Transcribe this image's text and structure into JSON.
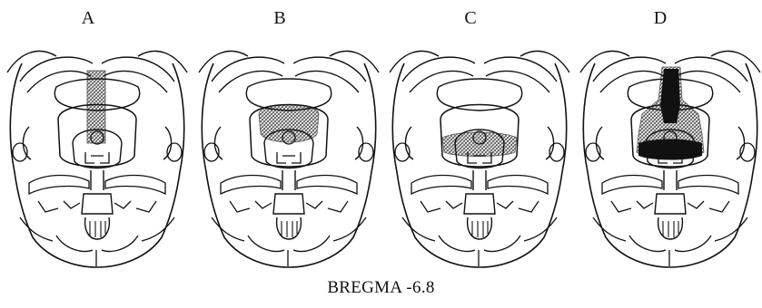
{
  "figure": {
    "panels": [
      {
        "label": "A",
        "lesion": "vertical-strip"
      },
      {
        "label": "B",
        "lesion": "large-dorsal"
      },
      {
        "label": "C",
        "lesion": "horizontal-band"
      },
      {
        "label": "D",
        "lesion": "combined-solid"
      }
    ],
    "caption": "BREGMA -6.8"
  },
  "colors": {
    "ink": "#111111",
    "hatch": "#555555",
    "solid": "#111111",
    "background": "#ffffff"
  }
}
